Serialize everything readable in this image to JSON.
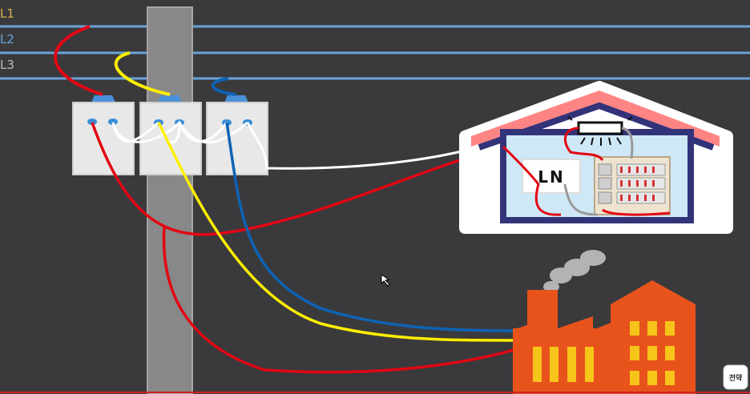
{
  "phase_labels": [
    "1",
    "2",
    "3"
  ],
  "panel_label": "LN",
  "logo_text": "전약",
  "colors": {
    "background": "#3a3a3c",
    "power_line": "#6aa3d8",
    "pole": "#8a8a8a",
    "wire_red": "#e30613",
    "wire_yellow": "#ffee00",
    "wire_blue": "#0d63b5",
    "wire_white": "#ffffff",
    "house_roof": "#ff8080",
    "house_wall": "#33337a",
    "factory": "#e8531c",
    "factory_window": "#f7c41a",
    "smoke": "#b0b0b0"
  },
  "icons": [
    "transformer-icon",
    "light-fixture-icon",
    "breaker-panel-icon",
    "factory-icon",
    "smoke-icon",
    "logo-icon",
    "cursor-icon"
  ]
}
